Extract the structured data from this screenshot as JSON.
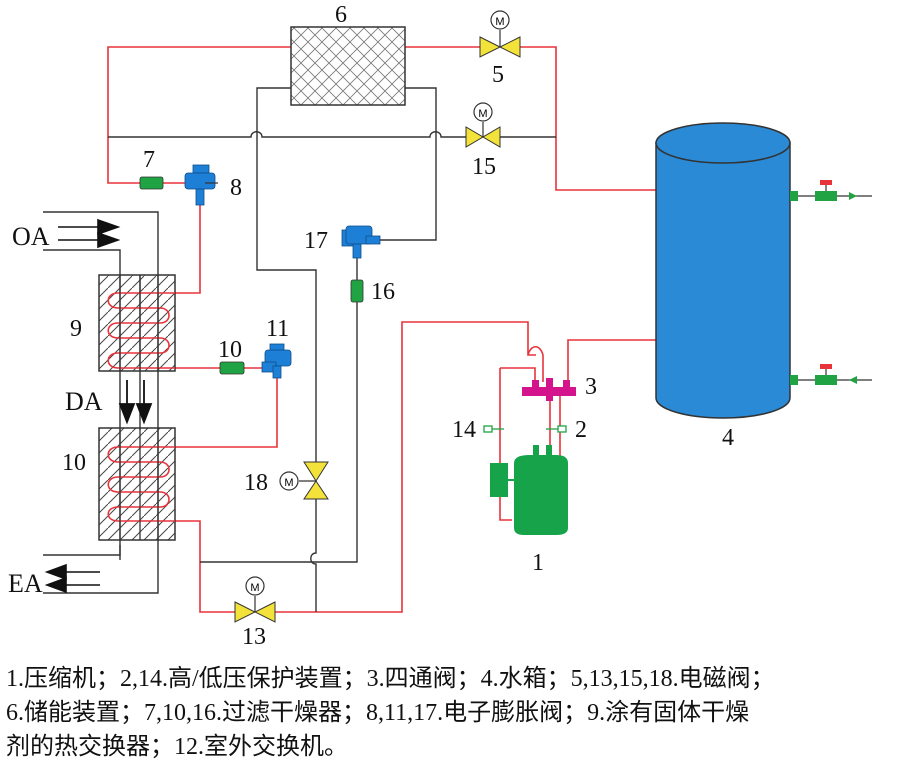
{
  "labels": {
    "n1": "1",
    "n2": "2",
    "n3": "3",
    "n4": "4",
    "n5": "5",
    "n6": "6",
    "n7": "7",
    "n8": "8",
    "n9": "9",
    "n10a": "10",
    "n10b": "10",
    "n11": "11",
    "n13": "13",
    "n14": "14",
    "n15": "15",
    "n16": "16",
    "n17": "17",
    "n18": "18",
    "oa": "OA",
    "da": "DA",
    "ea": "EA",
    "motor": "M"
  },
  "caption": {
    "line1": "1.压缩机；2,14.高/低压保护装置；3.四通阀；4.水箱；5,13,15,18.电磁阀；",
    "line2": "6.储能装置；7,10,16.过滤干燥器；8,11,17.电子膨胀阀；9.涂有固体干燥",
    "line3": "剂的热交换器；12.室外交换机。"
  },
  "colors": {
    "pipe_red": "#e8333b",
    "pipe_dark": "#333333",
    "tank_blue": "#2a8ad6",
    "valve_yellow": "#f2e23a",
    "filter_green": "#1fa343",
    "compressor_green": "#16a34a",
    "four_way_magenta": "#d4148c",
    "expansion_blue": "#1e7fd6"
  }
}
